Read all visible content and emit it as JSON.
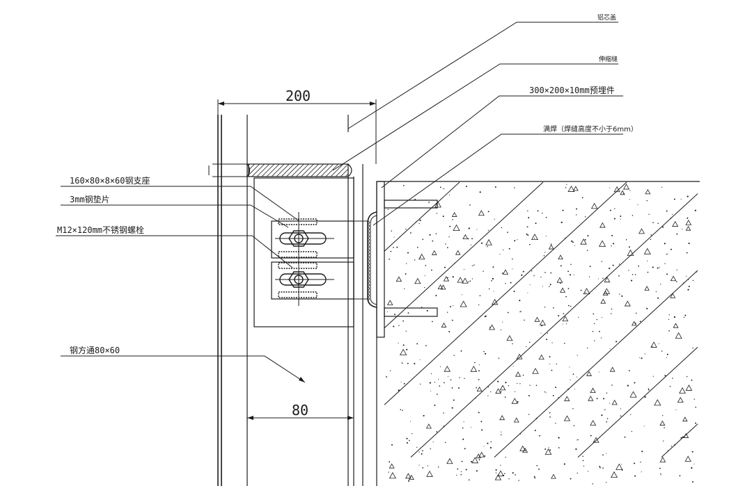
{
  "dimensions": {
    "top_width": "200",
    "bottom_width": "80"
  },
  "callouts": {
    "aluminum_cover": "铝芯盖",
    "expansion_joint": "伸缩缝",
    "embedded_plate": "300×200×10mm预埋件",
    "weld": "满焊（焊缝高度不小于6mm）",
    "steel_bracket": "160×80×8×60钢支座",
    "shim": "3mm钢垫片",
    "bolt": "M12×120mm不锈钢螺栓",
    "steel_tube": "钢方通80×60"
  },
  "colors": {
    "line": "#1a1a1a",
    "background": "#ffffff"
  }
}
